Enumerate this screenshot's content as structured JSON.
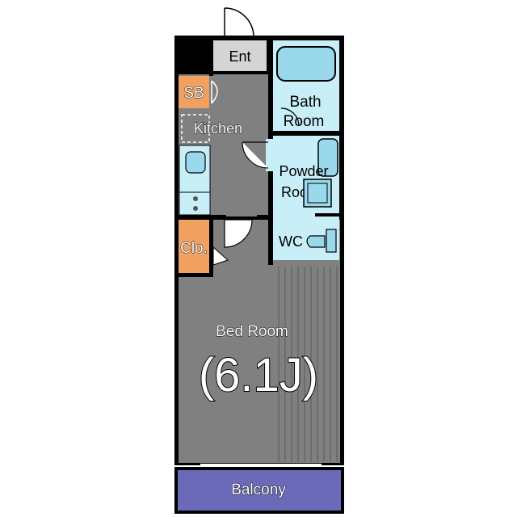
{
  "rooms": {
    "entrance": "Ent",
    "shoe_box": "SB",
    "kitchen": "Kitchen",
    "bath_room_line1": "Bath",
    "bath_room_line2": "Room",
    "powder_room_line1": "Powder",
    "powder_room_line2": "Room",
    "wc": "WC",
    "closet": "Clo.",
    "bed_room": "Bed Room",
    "bed_room_size": "(6.1J)",
    "balcony": "Balcony"
  },
  "colors": {
    "wall": "#000000",
    "floor_gray": "#808080",
    "wet_area": "#c8eef8",
    "fixture_blue": "#9ad8ec",
    "storage_orange": "#f0a060",
    "entrance_gray": "#d4d4d4",
    "balcony_purple": "#6a6ab8"
  }
}
